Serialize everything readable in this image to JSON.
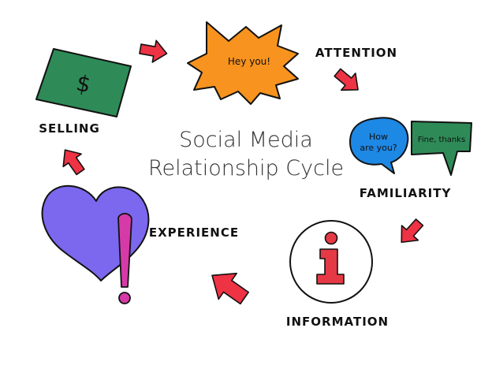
{
  "title": {
    "line1": "Social Media",
    "line2": "Relationship Cycle"
  },
  "stages": {
    "attention": {
      "label": "ATTENTION",
      "bubble_text": "Hey you!",
      "icon": "starburst-shout-icon",
      "color": "#F7931E"
    },
    "familiarity": {
      "label": "FAMILIARITY",
      "bubble_left_line1": "How",
      "bubble_left_line2": "are you?",
      "bubble_right": "Fine, thanks",
      "icon": "speech-bubbles-icon",
      "colors": [
        "#1E88E5",
        "#2E8B57"
      ]
    },
    "information": {
      "label": "INFORMATION",
      "icon_glyph": "i",
      "icon": "information-icon",
      "color": "#E53945"
    },
    "experience": {
      "label": "EXPERIENCE",
      "icon": "heart-exclamation-icon",
      "colors": [
        "#7B68EE",
        "#D63AA8"
      ]
    },
    "selling": {
      "label": "SELLING",
      "icon_glyph": "$",
      "icon": "dollar-bill-icon",
      "color": "#2E8B57"
    }
  },
  "arrow_color": "#EE3344"
}
